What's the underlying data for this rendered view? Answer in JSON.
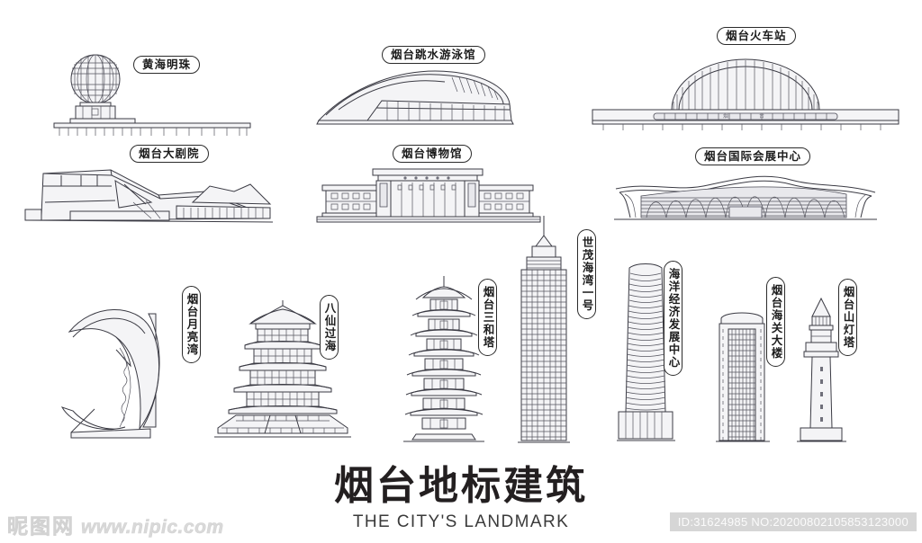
{
  "poster": {
    "title_cn": "烟台地标建筑",
    "title_en": "THE CITY'S LANDMARK",
    "background_color": "#ffffff",
    "line_color": "#3b3b44",
    "label_border_color": "#2b2b2b"
  },
  "landmarks": [
    {
      "id": "huanghai-mingzhu",
      "label": "黄海明珠",
      "orientation": "horizontal",
      "row": 1
    },
    {
      "id": "yantai-diving-pool",
      "label": "烟台跳水游泳馆",
      "orientation": "horizontal",
      "row": 1
    },
    {
      "id": "yantai-railway-station",
      "label": "烟台火车站",
      "orientation": "horizontal",
      "row": 1
    },
    {
      "id": "yantai-grand-theatre",
      "label": "烟台大剧院",
      "orientation": "horizontal",
      "row": 2
    },
    {
      "id": "yantai-museum",
      "label": "烟台博物馆",
      "orientation": "horizontal",
      "row": 2
    },
    {
      "id": "yantai-expo-center",
      "label": "烟台国际会展中心",
      "orientation": "horizontal",
      "row": 2
    },
    {
      "id": "yantai-moon-bay",
      "label": "烟台月亮湾",
      "orientation": "vertical",
      "row": 3
    },
    {
      "id": "baxian-guohai",
      "label": "八仙过海",
      "orientation": "vertical",
      "row": 3
    },
    {
      "id": "yantai-sanhe-pagoda",
      "label": "烟台三和塔",
      "orientation": "vertical",
      "row": 3
    },
    {
      "id": "shimao-haiwan-no1",
      "label": "世茂海湾一号",
      "orientation": "vertical",
      "row": 3
    },
    {
      "id": "marine-economy-center",
      "label": "海洋经济发展中心",
      "orientation": "vertical",
      "row": 3
    },
    {
      "id": "yantai-customs-building",
      "label": "烟台海关大楼",
      "orientation": "vertical",
      "row": 3
    },
    {
      "id": "yantai-shan-lighthouse",
      "label": "烟台山灯塔",
      "orientation": "vertical",
      "row": 3
    }
  ],
  "footer": {
    "watermark_cn": "昵图网",
    "watermark_url": "www.nipic.com",
    "id_text": "ID:31624985 NO:20200802105853123000"
  }
}
